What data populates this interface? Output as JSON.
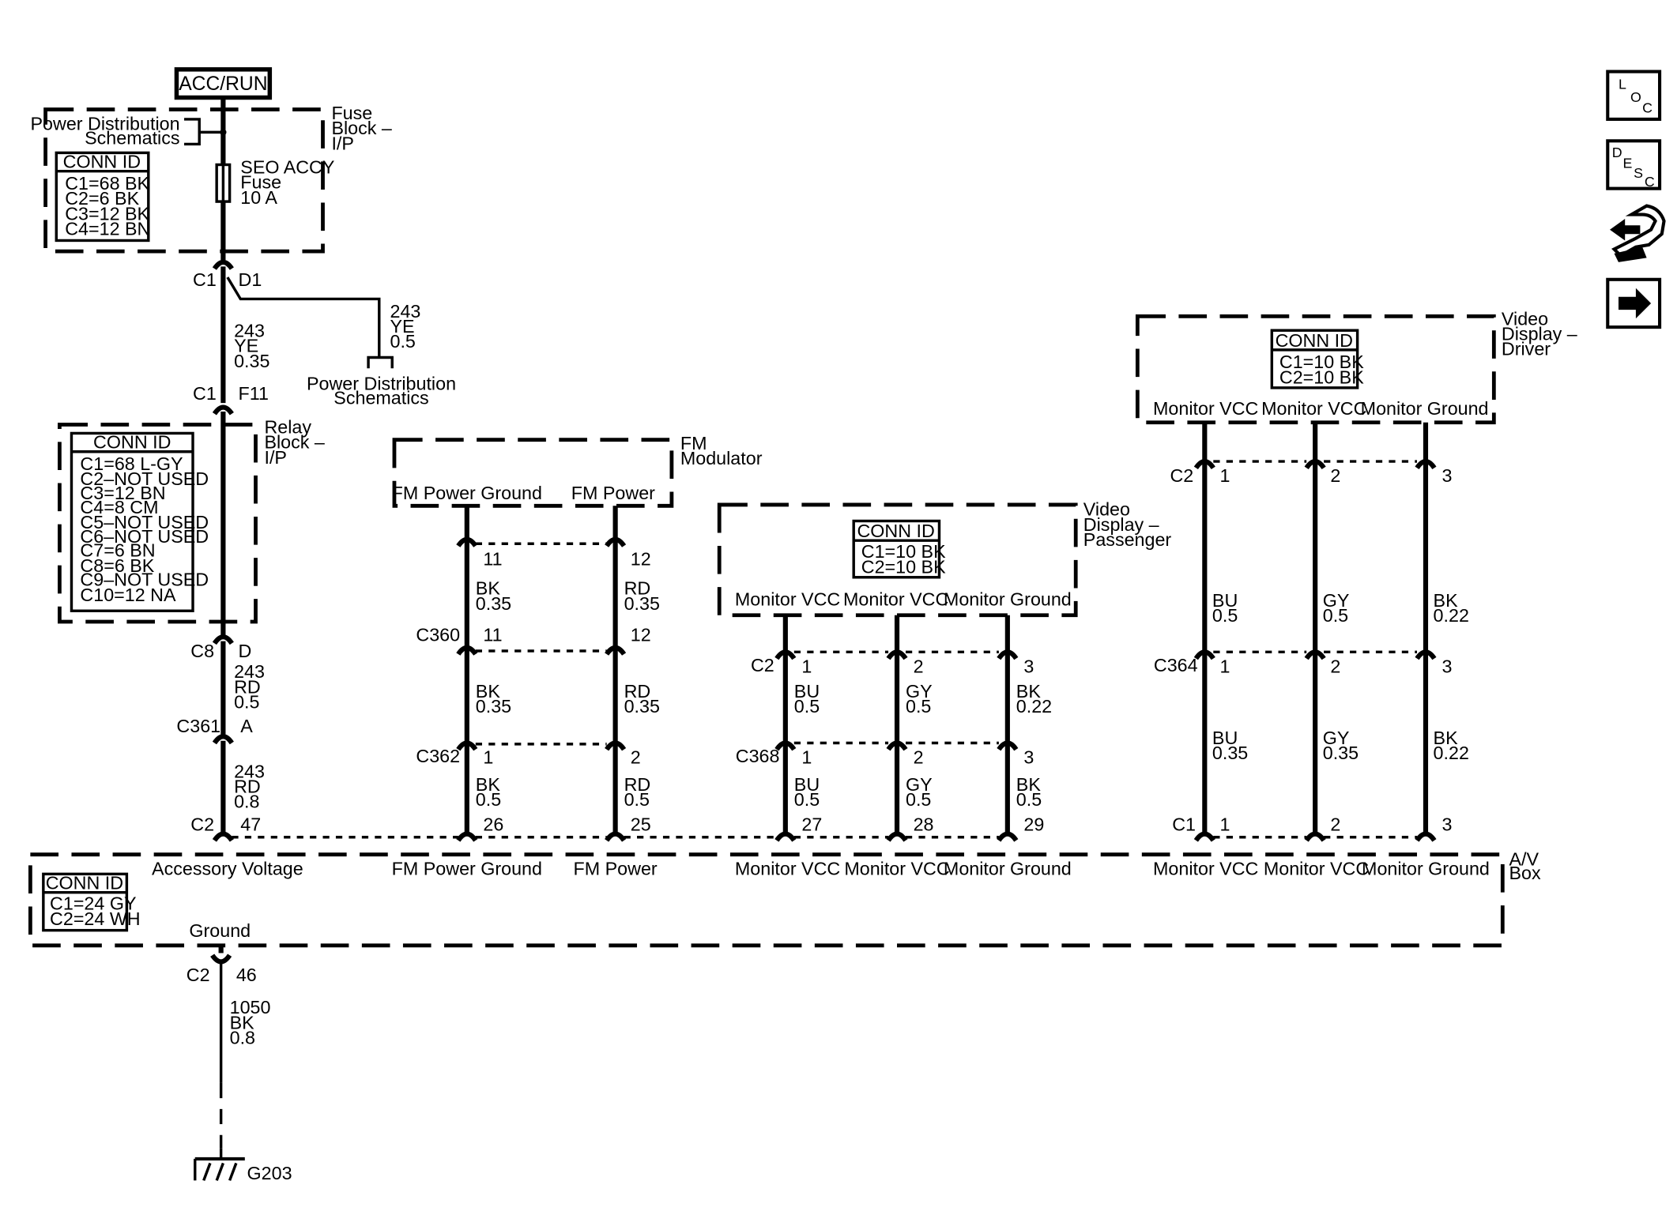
{
  "power_source": "ACC/RUN",
  "fuse_block": {
    "title": [
      "Fuse",
      "Block –",
      "I/P"
    ],
    "pds_label": [
      "Power Distribution",
      "Schematics"
    ],
    "conn_header": "CONN ID",
    "conn_rows": [
      "C1=68 BK",
      "C2=6 BK",
      "C3=12 BK",
      "C4=12 BN"
    ],
    "fuse_label": [
      "SEO ACCY",
      "Fuse",
      "10 A"
    ]
  },
  "splice": {
    "c1_top": "C1",
    "d1": "D1",
    "wire_main": [
      "243",
      "YE",
      "0.35"
    ],
    "wire_branch": [
      "243",
      "YE",
      "0.5"
    ],
    "pds_bottom": [
      "Power Distribution",
      "Schematics"
    ],
    "c1_f11": "C1",
    "f11": "F11"
  },
  "relay_block": {
    "title": [
      "Relay",
      "Block –",
      "I/P"
    ],
    "conn_header": "CONN ID",
    "conn_rows": [
      "C1=68 L-GY",
      "C2–NOT USED",
      "C3=12 BN",
      "C4=8 CM",
      "C5–NOT USED",
      "C6–NOT USED",
      "C7=6 BN",
      "C8=6 BK",
      "C9–NOT USED",
      "C10=12 NA"
    ]
  },
  "acc_wire": {
    "c8": "C8",
    "d": "D",
    "wire1": [
      "243",
      "RD",
      "0.5"
    ],
    "c361": "C361",
    "a": "A",
    "wire2": [
      "243",
      "RD",
      "0.8"
    ],
    "c2": "C2",
    "pin47": "47"
  },
  "fm_modulator": {
    "title": [
      "FM",
      "Modulator"
    ],
    "pins": [
      "FM Power Ground",
      "FM Power"
    ],
    "top_pins": [
      "11",
      "12"
    ],
    "wire1": [
      [
        "BK",
        "0.35"
      ],
      [
        "RD",
        "0.35"
      ]
    ],
    "c360": "C360",
    "c360_pins": [
      "11",
      "12"
    ],
    "wire2": [
      [
        "BK",
        "0.35"
      ],
      [
        "RD",
        "0.35"
      ]
    ],
    "c362": "C362",
    "c362_pins": [
      "1",
      "2"
    ],
    "wire3": [
      [
        "BK",
        "0.5"
      ],
      [
        "RD",
        "0.5"
      ]
    ],
    "av_pins": [
      "26",
      "25"
    ]
  },
  "video_passenger": {
    "title": [
      "Video",
      "Display –",
      "Passenger"
    ],
    "conn_header": "CONN ID",
    "conn_rows": [
      "C1=10 BK",
      "C2=10 BK"
    ],
    "pins": [
      "Monitor VCC",
      "Monitor VCC",
      "Monitor Ground"
    ],
    "c2": "C2",
    "c2_pins": [
      "1",
      "2",
      "3"
    ],
    "wire1": [
      [
        "BU",
        "0.5"
      ],
      [
        "GY",
        "0.5"
      ],
      [
        "BK",
        "0.22"
      ]
    ],
    "c368": "C368",
    "c368_pins": [
      "1",
      "2",
      "3"
    ],
    "wire2": [
      [
        "BU",
        "0.5"
      ],
      [
        "GY",
        "0.5"
      ],
      [
        "BK",
        "0.5"
      ]
    ],
    "av_pins": [
      "27",
      "28",
      "29"
    ]
  },
  "video_driver": {
    "title": [
      "Video",
      "Display –",
      "Driver"
    ],
    "conn_header": "CONN ID",
    "conn_rows": [
      "C1=10 BK",
      "C2=10 BK"
    ],
    "pins": [
      "Monitor VCC",
      "Monitor VCC",
      "Monitor Ground"
    ],
    "c2": "C2",
    "c2_pins": [
      "1",
      "2",
      "3"
    ],
    "wire1": [
      [
        "BU",
        "0.5"
      ],
      [
        "GY",
        "0.5"
      ],
      [
        "BK",
        "0.22"
      ]
    ],
    "c364": "C364",
    "c364_pins": [
      "1",
      "2",
      "3"
    ],
    "wire2": [
      [
        "BU",
        "0.35"
      ],
      [
        "GY",
        "0.35"
      ],
      [
        "BK",
        "0.22"
      ]
    ],
    "c1": "C1",
    "av_pins": [
      "1",
      "2",
      "3"
    ]
  },
  "av_box": {
    "title": [
      "A/V",
      "Box"
    ],
    "conn_header": "CONN ID",
    "conn_rows": [
      "C1=24 GY",
      "C2=24 WH"
    ],
    "pin_labels": [
      "Accessory Voltage",
      "FM Power Ground",
      "FM Power",
      "Monitor VCC",
      "Monitor VCC",
      "Monitor Ground",
      "Monitor VCC",
      "Monitor VCC",
      "Monitor Ground"
    ],
    "ground_label": "Ground"
  },
  "ground": {
    "c2": "C2",
    "pin46": "46",
    "wire": [
      "1050",
      "BK",
      "0.8"
    ],
    "g203": "G203"
  },
  "nav": {
    "loc": [
      "L",
      "O",
      "C"
    ],
    "desc": [
      "D",
      "E",
      "S",
      "C"
    ]
  }
}
